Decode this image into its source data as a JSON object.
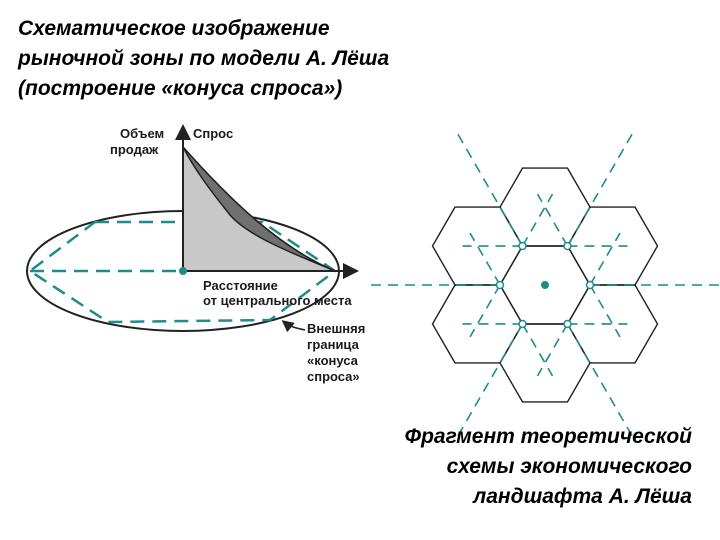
{
  "title_lines": [
    "Схематическое изображение",
    "рыночной зоны по модели А. Лёша",
    "(построение «конуса спроса»)"
  ],
  "left_diagram": {
    "y_axis_label_line1": "Объем",
    "y_axis_label_line2": "продаж",
    "curve_label": "Спрос",
    "x_axis_label_line1": "Расстояние",
    "x_axis_label_line2": "от центрального места",
    "boundary_label_line1": "Внешняя",
    "boundary_label_line2": "граница",
    "boundary_label_line3": "«конуса",
    "boundary_label_line4": "спроса»"
  },
  "caption_lines": [
    "Фрагмент теоретической",
    "схемы экономического",
    "ландшафта А. Лёша"
  ],
  "colors": {
    "teal": "#1e8c8a",
    "line": "#222222",
    "cone_light": "#c8c8c8",
    "cone_dark": "#707070"
  }
}
